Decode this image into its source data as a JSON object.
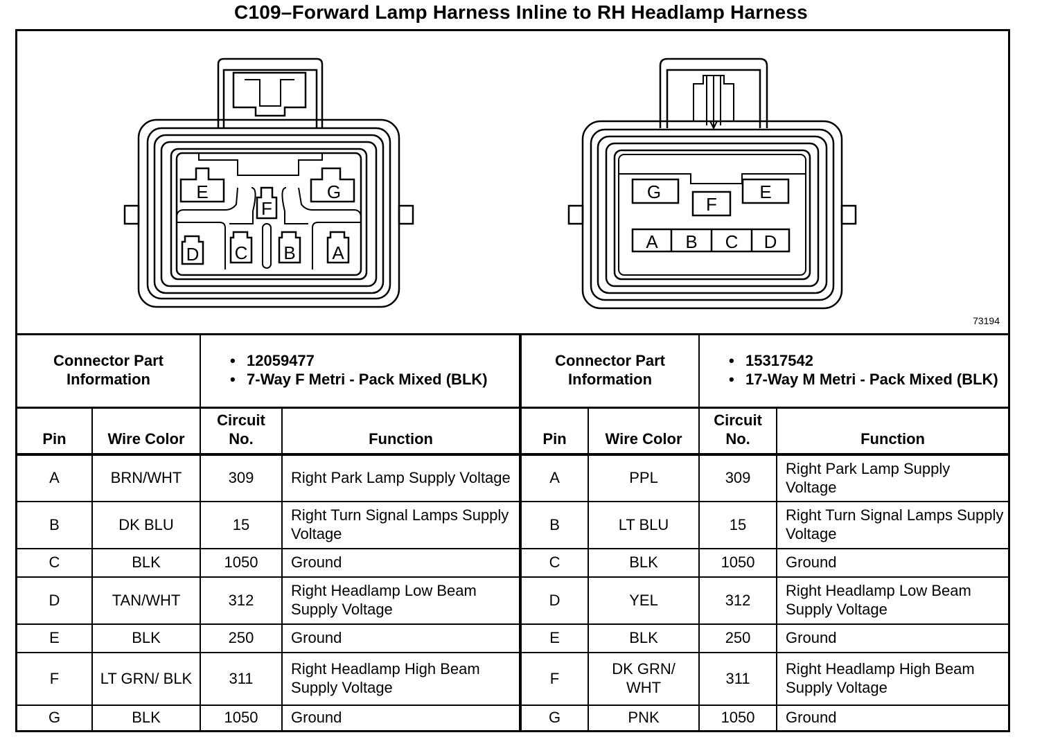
{
  "title": "C109–Forward Lamp Harness Inline to RH Headlamp Harness",
  "figure_number": "73194",
  "left_connector": {
    "cavity_labels": [
      "E",
      "G",
      "F",
      "D",
      "C",
      "B",
      "A"
    ],
    "info_label": "Connector Part Information",
    "info": [
      "12059477",
      "7-Way F Metri - Pack Mixed (BLK)"
    ]
  },
  "right_connector": {
    "cavity_labels": [
      "G",
      "F",
      "E",
      "A",
      "B",
      "C",
      "D"
    ],
    "info_label": "Connector Part Information",
    "info": [
      "15317542",
      "17-Way M Metri - Pack Mixed (BLK)"
    ]
  },
  "columns": {
    "left": [
      "Pin",
      "Wire Color",
      "Circuit No.",
      "Function"
    ],
    "right": [
      "Pin",
      "Wire Color",
      "Circuit No.",
      "Function"
    ]
  },
  "rows": [
    {
      "pin": "A",
      "left_wire": "BRN/WHT",
      "left_circuit": "309",
      "left_function": "Right Park Lamp Supply Voltage",
      "right_wire": "PPL",
      "right_circuit": "309",
      "right_function": "Right Park Lamp Supply Voltage"
    },
    {
      "pin": "B",
      "left_wire": "DK BLU",
      "left_circuit": "15",
      "left_function": "Right Turn Signal Lamps Supply Voltage",
      "right_wire": "LT BLU",
      "right_circuit": "15",
      "right_function": "Right Turn Signal Lamps Supply Voltage"
    },
    {
      "pin": "C",
      "left_wire": "BLK",
      "left_circuit": "1050",
      "left_function": "Ground",
      "right_wire": "BLK",
      "right_circuit": "1050",
      "right_function": "Ground"
    },
    {
      "pin": "D",
      "left_wire": "TAN/WHT",
      "left_circuit": "312",
      "left_function": "Right Headlamp Low Beam Supply Voltage",
      "right_wire": "YEL",
      "right_circuit": "312",
      "right_function": "Right Headlamp Low Beam Supply Voltage"
    },
    {
      "pin": "E",
      "left_wire": "BLK",
      "left_circuit": "250",
      "left_function": "Ground",
      "right_wire": "BLK",
      "right_circuit": "250",
      "right_function": "Ground"
    },
    {
      "pin": "F",
      "left_wire": "LT GRN/ BLK",
      "left_circuit": "311",
      "left_function": "Right Headlamp High Beam Supply Voltage",
      "right_wire": "DK GRN/ WHT",
      "right_circuit": "311",
      "right_function": "Right Headlamp High Beam Supply Voltage"
    },
    {
      "pin": "G",
      "left_wire": "BLK",
      "left_circuit": "1050",
      "left_function": "Ground",
      "right_wire": "PNK",
      "right_circuit": "1050",
      "right_function": "Ground"
    }
  ]
}
